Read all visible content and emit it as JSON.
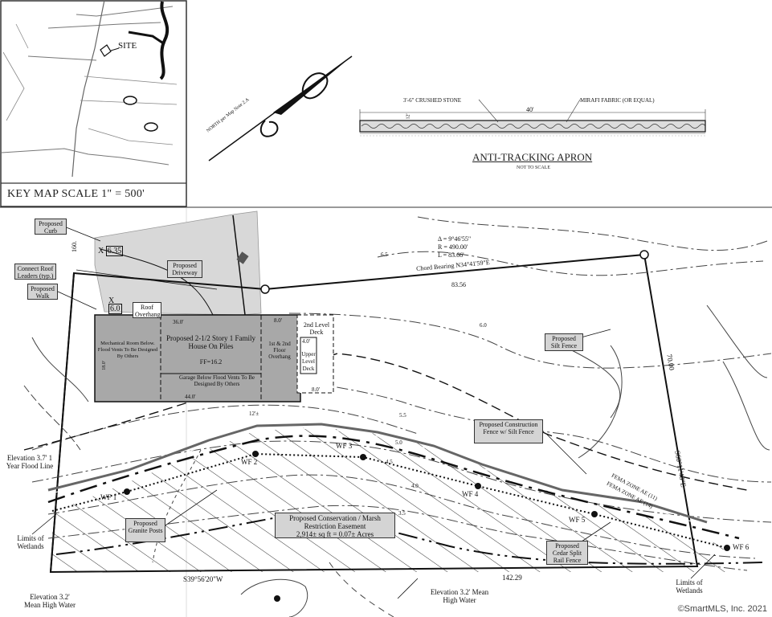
{
  "key_map": {
    "title": "KEY MAP  SCALE 1\" = 500'",
    "site_label": "SITE"
  },
  "north_note": "NORTH per Map Note 2.A",
  "apron": {
    "stone_label": "3'-6\" CRUSHED STONE",
    "fabric_label": "MIRAFI FABRIC (OR EQUAL)",
    "length": "40'",
    "width": "12'",
    "title": "ANTI-TRACKING APRON",
    "subtitle": "NOT TO SCALE"
  },
  "curve": {
    "delta": "Δ = 9°46'55\"",
    "radius": "R = 490.00'",
    "length": "L = 83.66'",
    "chord_bearing": "Chord Bearing  N34°41'59\"E",
    "chord_length": "83.56"
  },
  "callouts": {
    "curb": "Proposed Curb",
    "roof_leaders": "Connect Roof Leaders (typ.)",
    "walk": "Proposed Walk",
    "driveway": "Proposed Driveway",
    "roof_overhang": "Roof Overhang",
    "deck2": "2nd Level Deck",
    "upper_deck": "Upper Level Deck",
    "silt_fence": "Proposed Silt Fence",
    "construction_fence": "Proposed Construction Fence w/ Silt Fence",
    "granite_posts": "Proposed Granite Posts",
    "cedar_fence": "Proposed Cedar Split Rail Fence",
    "conservation": "Proposed Conservation / Marsh Restriction Easement",
    "conservation_area": "2,914± sq ft = 0.07± Acres"
  },
  "house": {
    "title": "Proposed 2-1/2 Story 1 Family House On Piles",
    "ff": "FF=16.2",
    "mech": "Mechanical Room Below. Flood Vents To Be Designed By Others",
    "floor_overhang": "1st & 2nd Floor Overhang",
    "garage": "Garage Below Flood Vents To Be Designed By Others",
    "dim_top": "36.0'",
    "dim_bottom": "44.0'",
    "dim_side": "8.0'",
    "dim_deck": "4.0'",
    "dim_deck2": "8.0'",
    "dim_left": "18.0'",
    "dim_12": "12'±"
  },
  "spot_elev": {
    "x1": "6.35",
    "x2": "6.0"
  },
  "labels": {
    "elev_37": "Elevation 3.7' 1 Year Flood Line",
    "elev_32a": "Elevation 3.2' Mean High Water",
    "elev_32b": "Elevation 3.2' Mean High Water",
    "limits_wetlands_l": "Limits of Wetlands",
    "limits_wetlands_r": "Limits of Wetlands",
    "fema_11": "FEMA ZONE AE (11)",
    "fema_14": "FEMA ZONE AE (14)",
    "bearing_bottom": "S39°56'20\"W",
    "dist_bottom": "142.29",
    "bearing_right": "S60°11'48\"E",
    "dist_right": "70.00",
    "dist_left": "160.",
    "wf1": "WF 1",
    "wf2": "WF 2",
    "wf3": "WF 3",
    "wf4": "WF 4",
    "wf5": "WF 5",
    "wf6": "WF 6",
    "c65": "6.5",
    "c60": "6.0",
    "c55": "5.5",
    "c50": "5.0",
    "c45": "4.5",
    "c40": "4.0",
    "c35": "3.5"
  },
  "watermark": "©SmartMLS, Inc. 2021"
}
